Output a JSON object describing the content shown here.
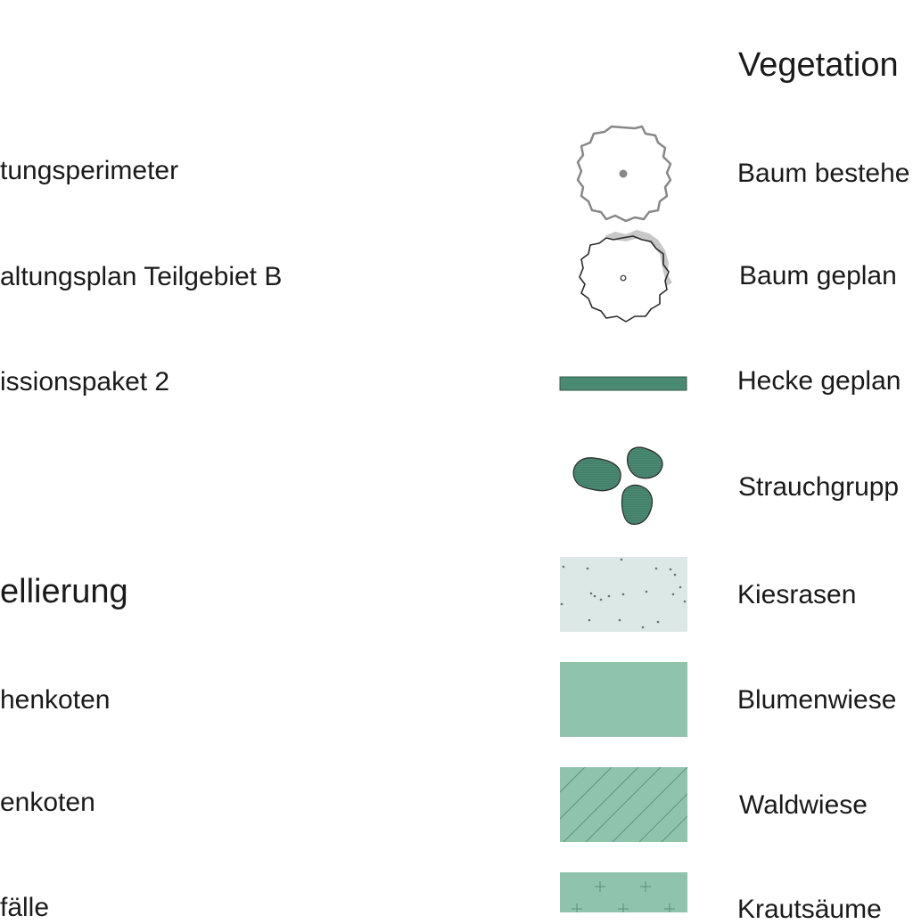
{
  "left_column": {
    "items": [
      {
        "label": "tungsperimeter"
      },
      {
        "label": "altungsplan Teilgebiet B"
      },
      {
        "label": "issionspaket 2"
      }
    ],
    "section_heading": "ellierung",
    "section_items": [
      {
        "label": "henkoten"
      },
      {
        "label": "enkoten"
      },
      {
        "label": "fälle"
      }
    ]
  },
  "right_column": {
    "heading": "Vegetation",
    "items": [
      {
        "label": "Baum bestehe",
        "symbol": "tree-existing-icon"
      },
      {
        "label": "Baum geplan",
        "symbol": "tree-planned-icon"
      },
      {
        "label": "Hecke geplan",
        "symbol": "hedge-bar-icon"
      },
      {
        "label": "Strauchgrupp",
        "symbol": "shrub-group-icon"
      },
      {
        "label": "Kiesrasen",
        "symbol": "gravel-lawn-swatch"
      },
      {
        "label": "Blumenwiese",
        "symbol": "flower-meadow-swatch"
      },
      {
        "label": "Waldwiese",
        "symbol": "forest-meadow-swatch"
      },
      {
        "label": "Krautsäume",
        "symbol": "herb-border-swatch"
      }
    ]
  },
  "colors": {
    "green_dark": "#4a8a73",
    "green_light": "#8fc3ae",
    "gravel": "#dce8e6",
    "stroke_gray": "#888888",
    "text": "#1a1a1a"
  }
}
